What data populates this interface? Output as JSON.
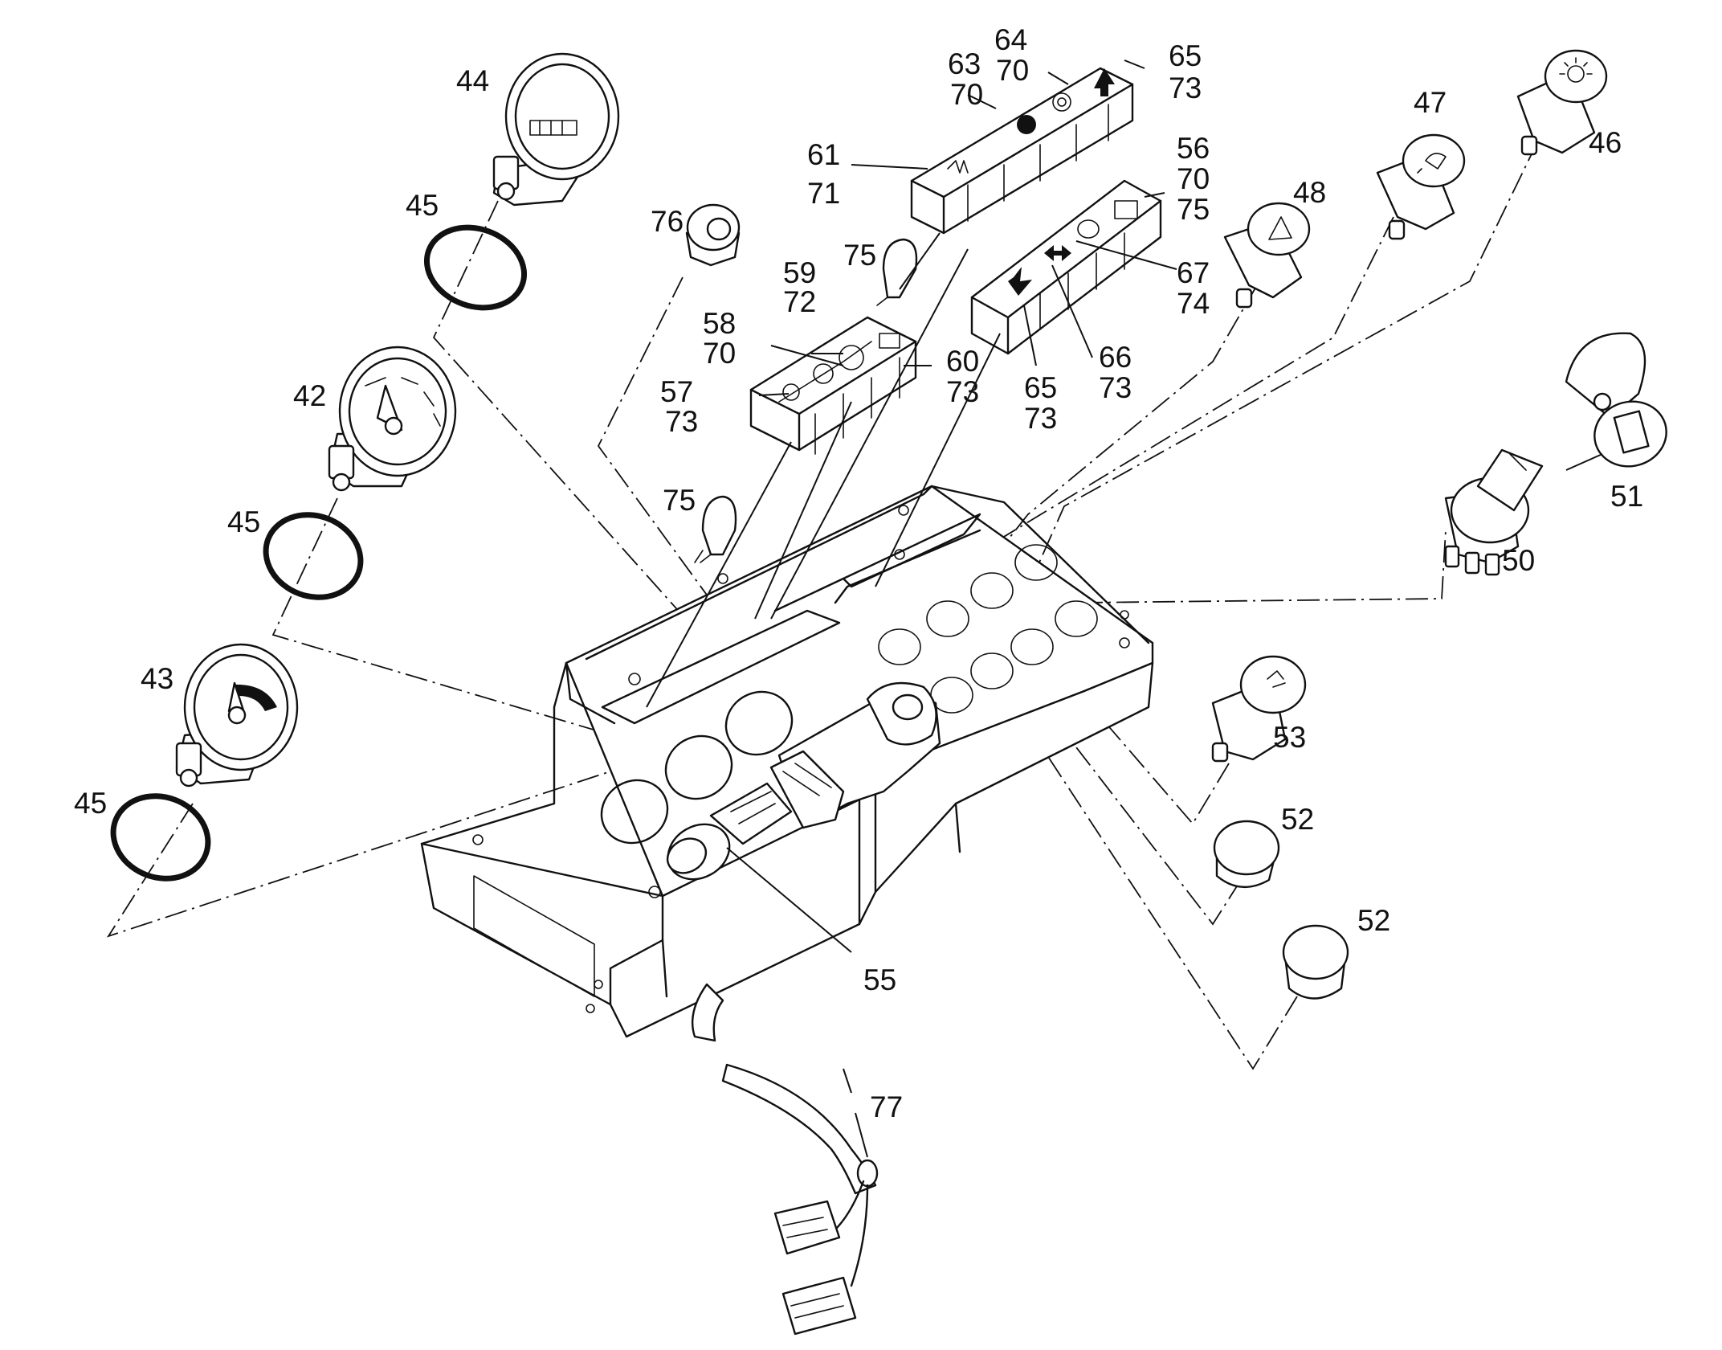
{
  "callouts": {
    "c44": "44",
    "c45a": "45",
    "c45b": "45",
    "c45c": "45",
    "c42": "42",
    "c43": "43",
    "c76": "76",
    "c59": "59",
    "c72": "72",
    "c58": "58",
    "c70a": "70",
    "c57": "57",
    "c73a": "73",
    "c60": "60",
    "c73b": "73",
    "c75a": "75",
    "c75b": "75",
    "c61": "61",
    "c71": "71",
    "c63": "63",
    "c70b": "70",
    "c64": "64",
    "c70c": "70",
    "c65a": "65",
    "c73c": "73",
    "c56": "56",
    "c70d": "70",
    "c75c": "75",
    "c48": "48",
    "c67": "67",
    "c74": "74",
    "c66": "66",
    "c73d": "73",
    "c65b": "65",
    "c73e": "73",
    "c47": "47",
    "c46": "46",
    "c51": "51",
    "c50": "50",
    "c53": "53",
    "c52a": "52",
    "c52b": "52",
    "c55": "55",
    "c77": "77"
  },
  "icons": {
    "gauge_44": "hour-meter-icon",
    "gauge_42": "speed-gauge-icon",
    "gauge_43": "fuel-gauge-icon",
    "switch_46": "beacon-lamp-icon",
    "switch_47": "work-light-icon",
    "switch_48": "hazard-triangle-icon",
    "switch_53": "horn-icon",
    "switch_50": "ignition-key-icon",
    "cover_51": "key-switch-cover-icon",
    "joystick_55": "control-lever-icon",
    "harness_77": "wiring-harness-icon"
  }
}
